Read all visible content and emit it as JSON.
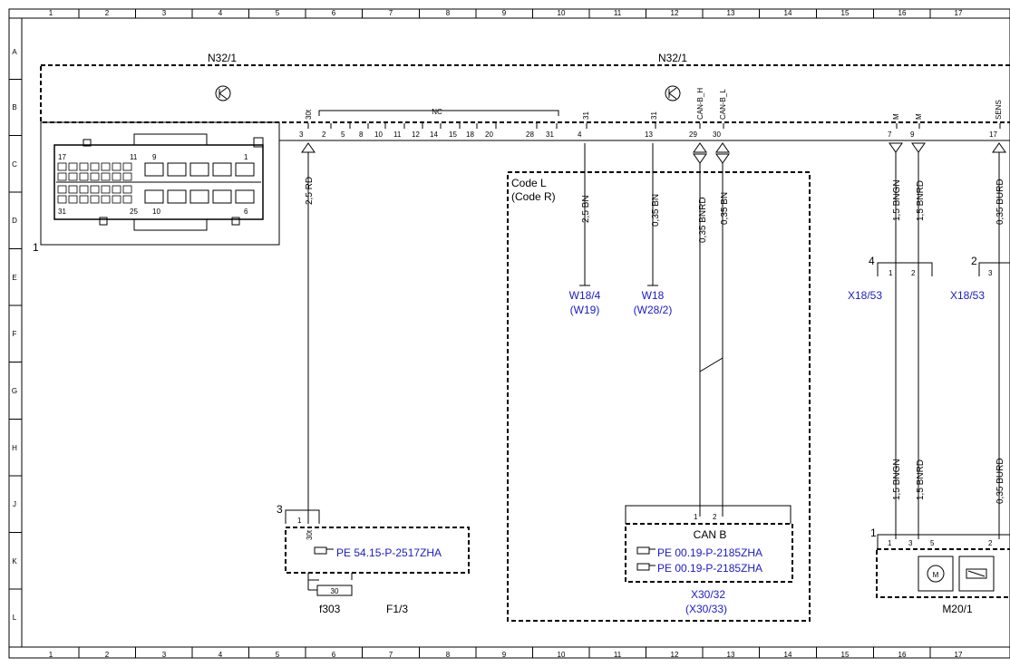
{
  "grid": {
    "columns": [
      "1",
      "2",
      "3",
      "4",
      "5",
      "6",
      "7",
      "8",
      "9",
      "10",
      "11",
      "12",
      "13",
      "14",
      "15",
      "16",
      "17"
    ],
    "rows": [
      "A",
      "B",
      "C",
      "D",
      "E",
      "F",
      "G",
      "H",
      "J",
      "K",
      "L"
    ]
  },
  "components": {
    "n32_left": "N32/1",
    "n32_right": "N32/1",
    "connector_callout": "1",
    "pins_top": [
      "3",
      "2",
      "5",
      "8",
      "10",
      "11",
      "12",
      "14",
      "15",
      "18",
      "20",
      "28",
      "31",
      "4",
      "13",
      "29",
      "30",
      "7",
      "9",
      "17"
    ],
    "pin_tag_30": "30t",
    "pin_tag_nc": "NC",
    "pin_tag_31a": "31",
    "pin_tag_31b": "31",
    "pin_tag_canh": "CAN-B_H",
    "pin_tag_canl": "CAN-B_L",
    "pin_tag_m1": "M",
    "pin_tag_m2": "M",
    "pin_tag_sens": "SENS",
    "connector_pin_labels": [
      "17",
      "11",
      "9",
      "1",
      "31",
      "25",
      "10",
      "6"
    ],
    "code_l": "Code L",
    "code_r": "(Code R)",
    "f1_3": "F1/3",
    "f303": "f303",
    "fuse_value": "30",
    "f1_3_callout": "3",
    "f1_3_pin": "1",
    "f1_3_pin_tag": "30t",
    "can_b": "CAN B",
    "can_pin1": "1",
    "can_pin2": "2",
    "x30_32": "X30/32",
    "x30_33": "(X30/33)",
    "m20_1": "M20/1",
    "m20_callout": "1",
    "m20_pins": [
      "1",
      "3",
      "5",
      "2"
    ],
    "x18_callout_a": "4",
    "x18_callout_b": "2",
    "x18_pins_a": [
      "1",
      "2"
    ],
    "x18_pin_b": "3"
  },
  "wires": {
    "w_25rd": "2,5 RD",
    "w_25bn": "2,5 BN",
    "w_035bn_a": "0,35 BN",
    "w_035bnrd": "0,35 BNRD",
    "w_035bn_b": "0,35 BN",
    "w_15bngn_top": "1,5 BNGN",
    "w_15bnrd_top": "1,5 BNRD",
    "w_035burd_top": "0,35 BURD",
    "w_15bngn_bot": "1,5 BNGN",
    "w_15bnrd_bot": "1,5 BNRD",
    "w_035burd_bot": "0,35 BURD"
  },
  "links": {
    "w18_4": "W18/4",
    "w19": "(W19)",
    "w18": "W18",
    "w28_2": "(W28/2)",
    "x18_53_a": "X18/53",
    "x18_53_b": "X18/53",
    "pe_54": "PE 54.15-P-2517ZHA",
    "pe_00a": "PE 00.19-P-2185ZHA",
    "pe_00b": "PE 00.19-P-2185ZHA"
  },
  "colors": {
    "link": "#1a1ac8",
    "line": "#000000"
  }
}
